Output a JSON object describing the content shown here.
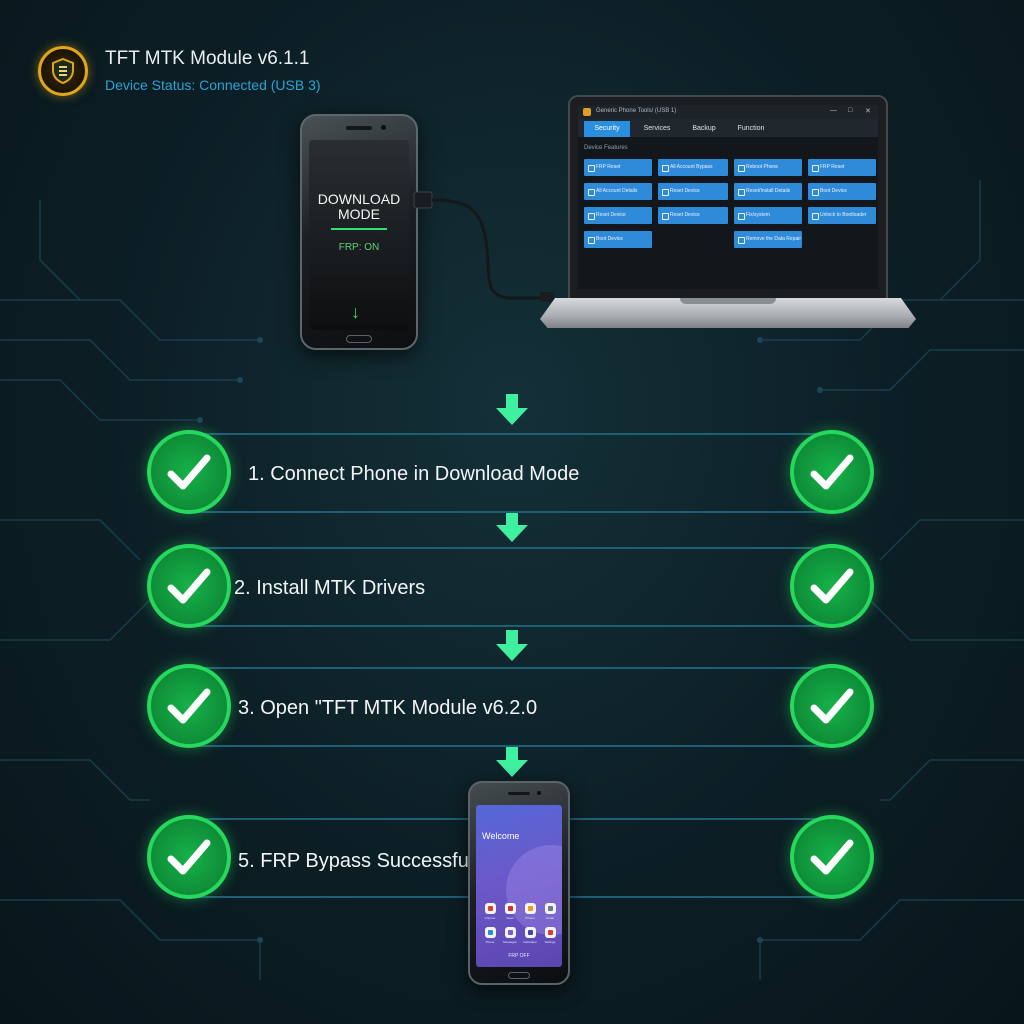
{
  "header": {
    "title": "TFT MTK Module v6.1.1",
    "status": "Device Status: Connected (USB 3)"
  },
  "phone_top": {
    "screen_line1": "DOWNLOAD",
    "screen_line2": "MODE",
    "frp": "FRP: ON",
    "icon": "download-arrow-icon"
  },
  "laptop": {
    "window_title": "Generic Phone Tools/ (USB 1)",
    "tabs": [
      "Security",
      "Services",
      "Backup",
      "Function"
    ],
    "active_tab": "Security",
    "section_label": "Device Features",
    "buttons": [
      "FRP Reset",
      "All Account Bypass",
      "Reboot Phone",
      "FRP Reset",
      "All Account Details",
      "Reset Device",
      "Reset/Install Details",
      "Boot Device",
      "Reset Device",
      "Reset Device",
      "Fix/system",
      "Unlock to Bootloader",
      "Boot Device",
      "Remove the Data Repair"
    ]
  },
  "steps": [
    {
      "label": "1. Connect Phone in Download Mode"
    },
    {
      "label": "2. Install MTK Drivers"
    },
    {
      "label": "3. Open \"TFT MTK Module v6.2.0"
    },
    {
      "label": "5. FRP Bypass Successful"
    }
  ],
  "phone_bottom": {
    "welcome": "Welcome",
    "frp": "FRP OFF",
    "apps": [
      "Chrome",
      "News",
      "Photos",
      "Email",
      "Phone",
      "Messages",
      "Calculator",
      "Settings"
    ]
  },
  "colors": {
    "accent_blue": "#2aa3d6",
    "success_green": "#26d85e",
    "arrow_green": "#3ef0a0",
    "button_blue": "#2f8ad9"
  }
}
